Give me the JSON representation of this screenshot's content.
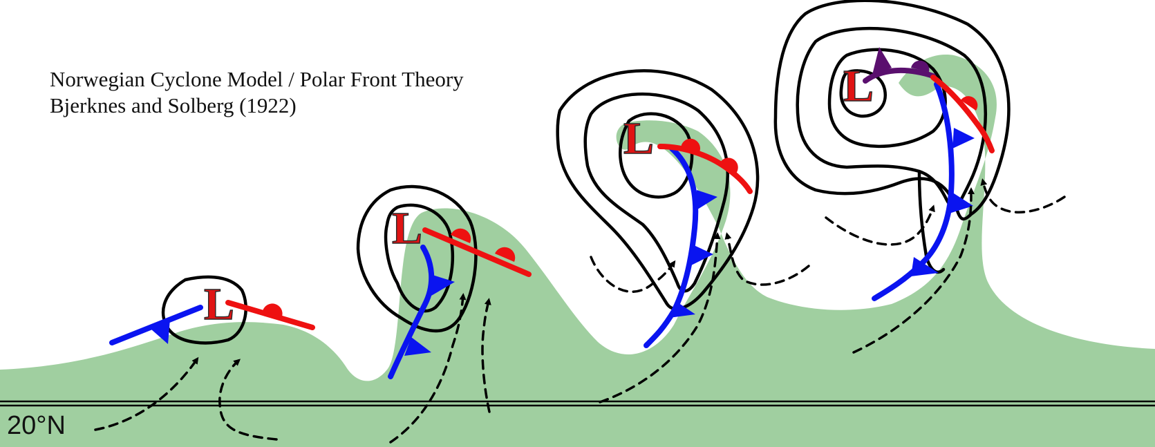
{
  "title": {
    "line1": "Norwegian Cyclone Model / Polar Front Theory",
    "line2": "Bjerknes and Solberg (1922)"
  },
  "latitude_label": "20°N",
  "low_symbol": "L",
  "colors": {
    "warm_air": "#a0cfa0",
    "cold_front": "#0a14f0",
    "warm_front": "#ee1111",
    "occluded_front": "#5a0f6e",
    "isobar": "#000000",
    "low_letter": "#e01414"
  },
  "stages": [
    {
      "name": "stage-1",
      "symbol": "L"
    },
    {
      "name": "stage-2",
      "symbol": "L"
    },
    {
      "name": "stage-3",
      "symbol": "L"
    },
    {
      "name": "stage-4",
      "symbol": "L"
    }
  ]
}
